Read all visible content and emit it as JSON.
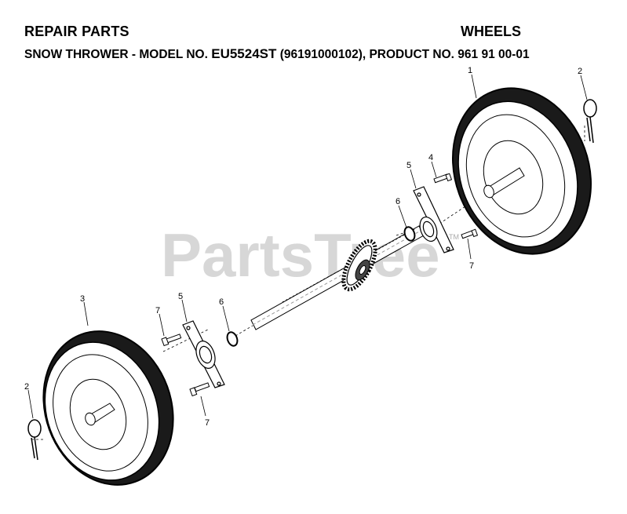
{
  "header": {
    "title": "REPAIR PARTS",
    "section": "WHEELS",
    "subtitle_prefix": "SNOW THROWER - MODEL NO. ",
    "model": "EU5524ST",
    "subtitle_suffix": " (96191000102), PRODUCT NO. 961 91 00-01"
  },
  "watermark": {
    "text": "PartsTree",
    "mark": "TM"
  },
  "callouts": {
    "wheel_right": "1",
    "pin_right": "2",
    "wheel_left": "3",
    "pin_left": "2",
    "bolt_upper_right": "4",
    "bracket_right": "5",
    "washer_right": "6",
    "bolt_lower_right": "7",
    "bracket_left": "5",
    "washer_left": "6",
    "bolt_upper_left": "7",
    "bolt_lower_left": "7"
  }
}
